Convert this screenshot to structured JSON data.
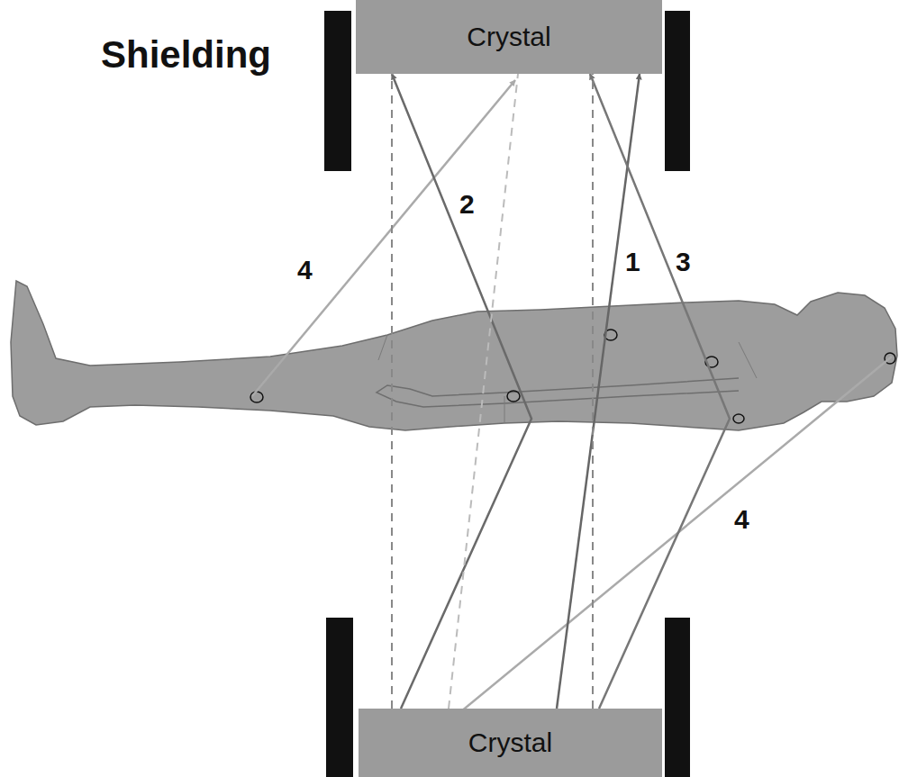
{
  "diagram": {
    "nodes": [
      {
        "text": [
          "Crystal"
        ]
      },
      {
        "text": [
          "Crystal"
        ]
      }
    ],
    "edges": [
      {
        "from": 1,
        "to": 0,
        "arrow": "to"
      },
      {
        "from": 1,
        "to": 0,
        "arrow": "to"
      },
      {
        "from": 1,
        "to": 0,
        "arrow": "to"
      },
      {
        "from": 1,
        "to": 0,
        "arrow": "none"
      },
      {
        "from": 1,
        "to": 0,
        "arrow": "none"
      },
      {
        "from": 1,
        "to": 0,
        "arrow": "none"
      }
    ],
    "labels": [
      "Shielding",
      "2",
      "4",
      "1",
      "3",
      "4"
    ]
  }
}
